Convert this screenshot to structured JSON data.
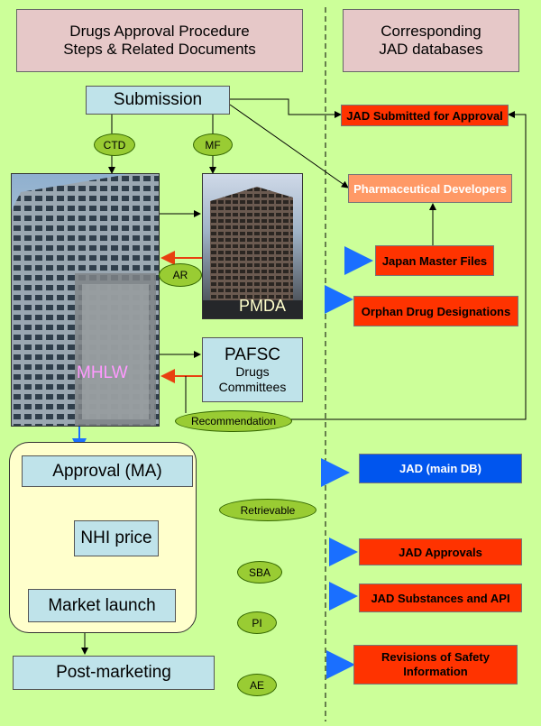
{
  "headers": {
    "left": "Drugs Approval Procedure\nSteps & Related Documents",
    "right": "Corresponding\nJAD databases"
  },
  "steps": {
    "submission": "Submission",
    "pafsc_title": "PAFSC",
    "pafsc_sub": "Drugs\nCommittees",
    "approval": "Approval (MA)",
    "nhi": "NHI price",
    "launch": "Market launch",
    "post": "Post-marketing"
  },
  "photos": {
    "mhlw": "MHLW",
    "pmda": "PMDA"
  },
  "documents": {
    "ctd": "CTD",
    "mf": "MF",
    "ar": "AR",
    "recommendation": "Recommendation",
    "retrievable": "Retrievable",
    "sba": "SBA",
    "pi": "PI",
    "ae": "AE"
  },
  "databases": {
    "submitted": "JAD Submitted for Approval",
    "developers": "Pharmaceutical Developers",
    "master_files": "Japan Master Files",
    "orphan": "Orphan Drug Designations",
    "main": "JAD (main DB)",
    "approvals": "JAD Approvals",
    "substances": "JAD Substances and API",
    "revisions": "Revisions of Safety\nInformation"
  },
  "colors": {
    "background": "#ccff99",
    "header": "#e6c8c8",
    "step": "#bfe3ea",
    "db_red": "#ff3300",
    "db_orange": "#ff9966",
    "db_blue": "#0055ee",
    "document_oval": "#99cc33",
    "market_panel": "#ffffcc"
  }
}
